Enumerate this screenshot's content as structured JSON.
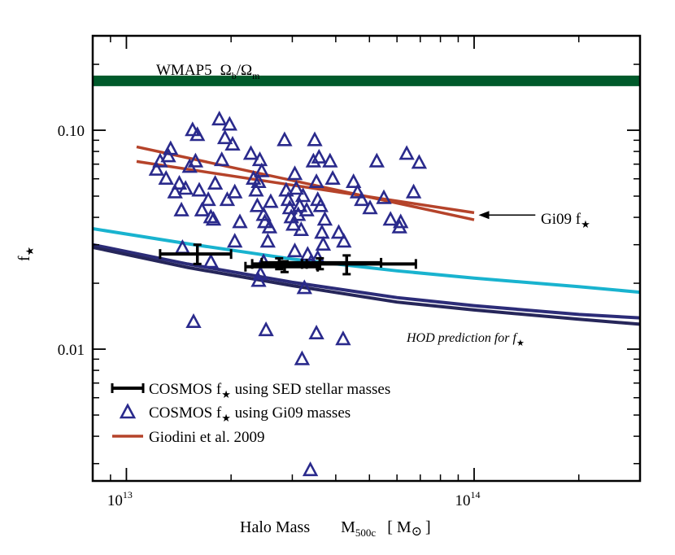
{
  "chart_data": {
    "type": "scatter",
    "x_scale": "log",
    "y_scale": "log",
    "xlim": [
      8000000000000.0,
      300000000000000.0
    ],
    "ylim": [
      0.0025,
      0.27
    ],
    "grid": false,
    "legend_position": "bottom-left",
    "xlabel": {
      "main": "Halo Mass",
      "symbol": "M",
      "subscript": "500c",
      "unit": "[ M",
      "unit_symbol": "⊙",
      "unit_close": "]"
    },
    "ylabel": {
      "main": "f",
      "subscript": "★"
    },
    "x_ticks": [
      {
        "value": 10000000000000.0,
        "base": "10",
        "exp": "13"
      },
      {
        "value": 100000000000000.0,
        "base": "10",
        "exp": "14"
      }
    ],
    "y_ticks": [
      {
        "value": 0.01,
        "label": "0.01"
      },
      {
        "value": 0.1,
        "label": "0.10"
      }
    ],
    "annotations": {
      "wmap": {
        "prefix": "WMAP5",
        "om_b": "Ω",
        "sub_b": "b",
        "slash": "/",
        "om_m": "Ω",
        "sub_m": "m",
        "y": 0.168,
        "color": "#005a2b"
      },
      "gi09_arrow": {
        "text": "Gi09 f",
        "sub": "★",
        "x_from": 150000000000000.0,
        "x_to": 103000000000000.0,
        "y": 0.041
      },
      "hod": {
        "text": "HOD prediction for f",
        "sub": "★"
      }
    },
    "legend": [
      {
        "label_pre": "COSMOS f",
        "sub": "★",
        "label_post": " using SED stellar masses",
        "marker": "errorbar",
        "color": "#000000"
      },
      {
        "label_pre": "COSMOS f",
        "sub": "★",
        "label_post": " using Gi09 masses",
        "marker": "triangle",
        "color": "#2a2a8c"
      },
      {
        "label_pre": "Giodini et al. 2009",
        "sub": "",
        "label_post": "",
        "marker": "line",
        "color": "#b5432a"
      }
    ],
    "series": [
      {
        "name": "COSMOS f★ using Gi09 masses",
        "type": "scatter",
        "marker": "triangle",
        "color": "#2a2a8c",
        "points": [
          [
            12200000000000.0,
            0.066
          ],
          [
            12500000000000.0,
            0.072
          ],
          [
            13200000000000.0,
            0.076
          ],
          [
            13400000000000.0,
            0.082
          ],
          [
            13000000000000.0,
            0.06
          ],
          [
            13800000000000.0,
            0.052
          ],
          [
            14200000000000.0,
            0.057
          ],
          [
            14400000000000.0,
            0.043
          ],
          [
            14800000000000.0,
            0.054
          ],
          [
            15200000000000.0,
            0.068
          ],
          [
            15500000000000.0,
            0.1
          ],
          [
            15800000000000.0,
            0.072
          ],
          [
            16000000000000.0,
            0.095
          ],
          [
            16200000000000.0,
            0.053
          ],
          [
            16500000000000.0,
            0.043
          ],
          [
            17200000000000.0,
            0.048
          ],
          [
            17500000000000.0,
            0.04
          ],
          [
            17800000000000.0,
            0.039
          ],
          [
            18000000000000.0,
            0.057
          ],
          [
            18500000000000.0,
            0.112
          ],
          [
            18800000000000.0,
            0.073
          ],
          [
            19200000000000.0,
            0.092
          ],
          [
            19500000000000.0,
            0.048
          ],
          [
            19800000000000.0,
            0.106
          ],
          [
            20200000000000.0,
            0.086
          ],
          [
            20500000000000.0,
            0.052
          ],
          [
            21200000000000.0,
            0.038
          ],
          [
            20500000000000.0,
            0.031
          ],
          [
            22800000000000.0,
            0.078
          ],
          [
            23200000000000.0,
            0.06
          ],
          [
            23600000000000.0,
            0.053
          ],
          [
            23800000000000.0,
            0.045
          ],
          [
            24000000000000.0,
            0.058
          ],
          [
            24200000000000.0,
            0.073
          ],
          [
            24500000000000.0,
            0.065
          ],
          [
            24800000000000.0,
            0.041
          ],
          [
            25000000000000.0,
            0.038
          ],
          [
            25500000000000.0,
            0.031
          ],
          [
            25800000000000.0,
            0.036
          ],
          [
            26000000000000.0,
            0.047
          ],
          [
            24800000000000.0,
            0.025
          ],
          [
            24300000000000.0,
            0.022
          ],
          [
            24000000000000.0,
            0.0205
          ],
          [
            28500000000000.0,
            0.09
          ],
          [
            28800000000000.0,
            0.053
          ],
          [
            29200000000000.0,
            0.048
          ],
          [
            29500000000000.0,
            0.044
          ],
          [
            29800000000000.0,
            0.04
          ],
          [
            30200000000000.0,
            0.037
          ],
          [
            30500000000000.0,
            0.063
          ],
          [
            30800000000000.0,
            0.054
          ],
          [
            31200000000000.0,
            0.041
          ],
          [
            31500000000000.0,
            0.045
          ],
          [
            31800000000000.0,
            0.035
          ],
          [
            32200000000000.0,
            0.05
          ],
          [
            33000000000000.0,
            0.043
          ],
          [
            34500000000000.0,
            0.072
          ],
          [
            34800000000000.0,
            0.09
          ],
          [
            35200000000000.0,
            0.058
          ],
          [
            35500000000000.0,
            0.048
          ],
          [
            35800000000000.0,
            0.075
          ],
          [
            36200000000000.0,
            0.045
          ],
          [
            36500000000000.0,
            0.034
          ],
          [
            36800000000000.0,
            0.03
          ],
          [
            37200000000000.0,
            0.039
          ],
          [
            38500000000000.0,
            0.072
          ],
          [
            39200000000000.0,
            0.06
          ],
          [
            40800000000000.0,
            0.034
          ],
          [
            42200000000000.0,
            0.031
          ],
          [
            45000000000000.0,
            0.058
          ],
          [
            46200000000000.0,
            0.052
          ],
          [
            47500000000000.0,
            0.048
          ],
          [
            50200000000000.0,
            0.044
          ],
          [
            52500000000000.0,
            0.072
          ],
          [
            55000000000000.0,
            0.049
          ],
          [
            57500000000000.0,
            0.039
          ],
          [
            61000000000000.0,
            0.036
          ],
          [
            61500000000000.0,
            0.038
          ],
          [
            64000000000000.0,
            0.078
          ],
          [
            67000000000000.0,
            0.052
          ],
          [
            69500000000000.0,
            0.071
          ],
          [
            30500000000000.0,
            0.028
          ],
          [
            32500000000000.0,
            0.019
          ],
          [
            33200000000000.0,
            0.027
          ],
          [
            34000000000000.0,
            0.025
          ],
          [
            35500000000000.0,
            0.026
          ],
          [
            14500000000000.0,
            0.029
          ],
          [
            17500000000000.0,
            0.025
          ],
          [
            25200000000000.0,
            0.0122
          ],
          [
            35200000000000.0,
            0.0118
          ],
          [
            42000000000000.0,
            0.0111
          ],
          [
            32000000000000.0,
            0.009
          ],
          [
            33800000000000.0,
            0.0028
          ],
          [
            15600000000000.0,
            0.0133
          ]
        ]
      },
      {
        "name": "COSMOS f★ using SED stellar masses",
        "type": "errorbar",
        "color": "#000000",
        "points": [
          {
            "x": 16000000000000.0,
            "y": 0.0272,
            "xlo": 12500000000000.0,
            "xhi": 20000000000000.0,
            "ylo": 0.0245,
            "yhi": 0.03
          },
          {
            "x": 28500000000000.0,
            "y": 0.0238,
            "xlo": 22000000000000.0,
            "xhi": 35500000000000.0,
            "ylo": 0.0225,
            "yhi": 0.0252
          },
          {
            "x": 27500000000000.0,
            "y": 0.0245,
            "xlo": 23000000000000.0,
            "xhi": 33000000000000.0,
            "ylo": 0.0232,
            "yhi": 0.026
          },
          {
            "x": 36000000000000.0,
            "y": 0.0248,
            "xlo": 24500000000000.0,
            "xhi": 54000000000000.0,
            "ylo": 0.0232,
            "yhi": 0.026
          },
          {
            "x": 43000000000000.0,
            "y": 0.0245,
            "xlo": 32000000000000.0,
            "xhi": 68000000000000.0,
            "ylo": 0.022,
            "yhi": 0.0268
          }
        ]
      },
      {
        "name": "Giodini et al. 2009",
        "type": "line",
        "color": "#b5432a",
        "lines": [
          [
            [
              10700000000000.0,
              0.084
            ],
            [
              100000000000000.0,
              0.039
            ]
          ],
          [
            [
              10700000000000.0,
              0.072
            ],
            [
              100000000000000.0,
              0.042
            ]
          ]
        ]
      },
      {
        "name": "HOD prediction for f★",
        "type": "line",
        "curves": [
          {
            "color": "#19b3cf",
            "points": [
              [
                8000000000000.0,
                0.0355
              ],
              [
                15000000000000.0,
                0.0303
              ],
              [
                30000000000000.0,
                0.0258
              ],
              [
                60000000000000.0,
                0.0228
              ],
              [
                100000000000000.0,
                0.0211
              ],
              [
                200000000000000.0,
                0.0193
              ],
              [
                300000000000000.0,
                0.0182
              ]
            ]
          },
          {
            "color": "#2c2c78",
            "points": [
              [
                8000000000000.0,
                0.03
              ],
              [
                15000000000000.0,
                0.0245
              ],
              [
                30000000000000.0,
                0.0202
              ],
              [
                60000000000000.0,
                0.0172
              ],
              [
                100000000000000.0,
                0.0158
              ],
              [
                200000000000000.0,
                0.0144
              ],
              [
                300000000000000.0,
                0.0139
              ]
            ]
          },
          {
            "color": "#26265a",
            "points": [
              [
                8000000000000.0,
                0.0292
              ],
              [
                15000000000000.0,
                0.0236
              ],
              [
                30000000000000.0,
                0.0195
              ],
              [
                60000000000000.0,
                0.0164
              ],
              [
                100000000000000.0,
                0.0151
              ],
              [
                200000000000000.0,
                0.0137
              ],
              [
                300000000000000.0,
                0.013
              ]
            ]
          }
        ]
      }
    ]
  }
}
